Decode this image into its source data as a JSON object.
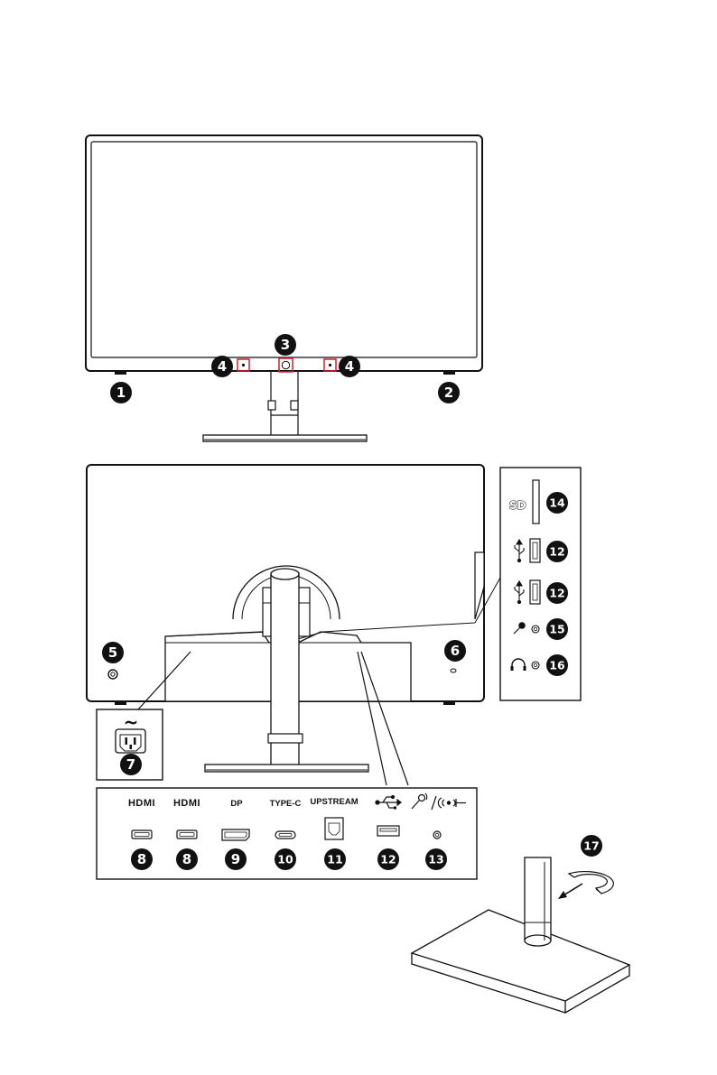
{
  "diagram": {
    "callouts": {
      "c1": "1",
      "c2": "2",
      "c3": "3",
      "c4a": "4",
      "c4b": "4",
      "c5": "5",
      "c6": "6",
      "c7": "7",
      "c8a": "8",
      "c8b": "8",
      "c9": "9",
      "c10": "10",
      "c11": "11",
      "c12a": "12",
      "c12b": "12",
      "c12c": "12",
      "c13": "13",
      "c14": "14",
      "c15": "15",
      "c16": "16",
      "c17": "17"
    },
    "rear_ports": {
      "hdmi1": "HDMI",
      "hdmi2": "HDMI",
      "dp": "DP",
      "typec": "TYPE-C",
      "upstream": "UPSTREAM"
    },
    "side_panel": {
      "sd_label": "SD"
    },
    "power": {
      "ac_symbol": "~"
    }
  }
}
